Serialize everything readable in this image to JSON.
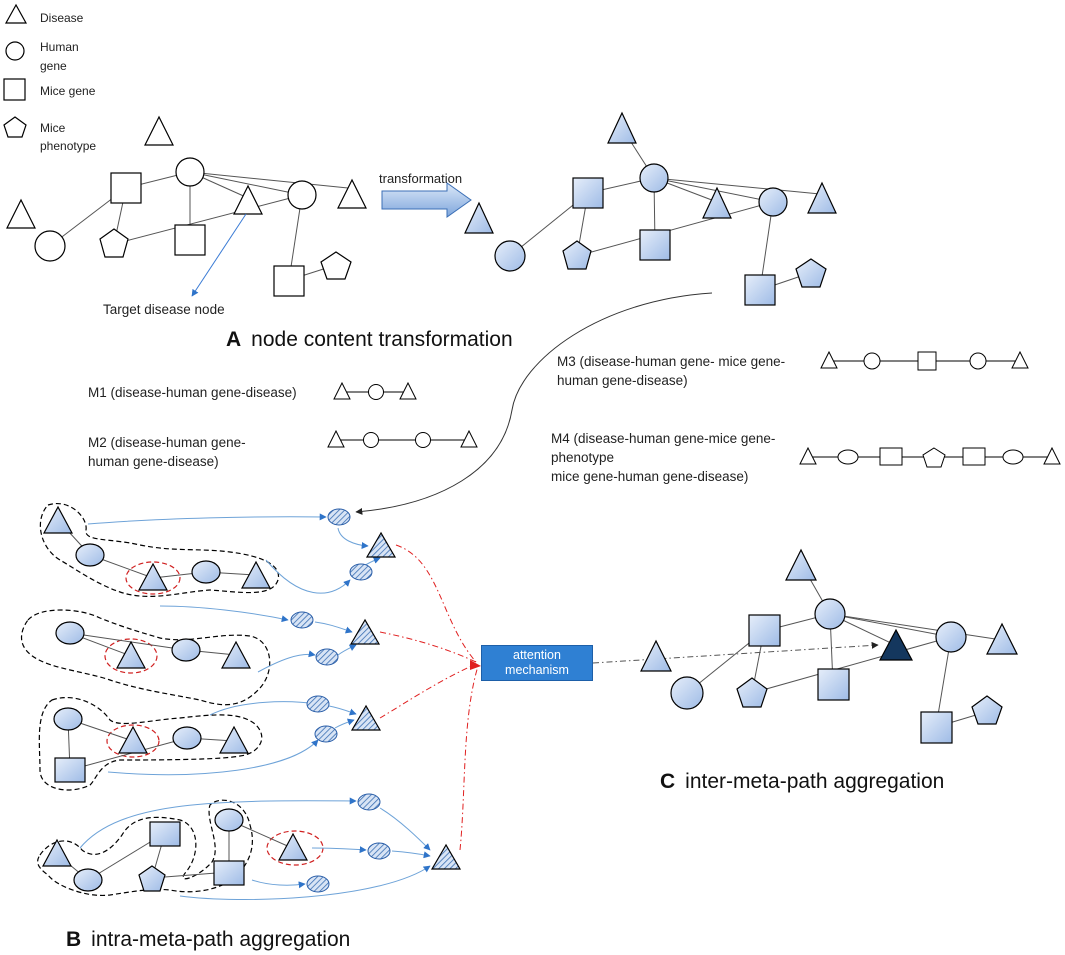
{
  "legend": {
    "disease": "Disease",
    "human_gene_l1": "Human",
    "human_gene_l2": "gene",
    "mice_gene": "Mice gene",
    "mice_phenotype_l1": "Mice",
    "mice_phenotype_l2": "phenotype"
  },
  "transformation_label": "transformation",
  "target_label": "Target  disease node",
  "panel_a": {
    "letter": "A",
    "text": "node content transformation"
  },
  "panel_b": {
    "letter": "B",
    "text": "intra-meta-path aggregation"
  },
  "panel_c": {
    "letter": "C",
    "text": "inter-meta-path aggregation"
  },
  "metapaths": {
    "m1": "M1 (disease-human gene-disease)",
    "m2_l1": "M2 (disease-human gene-",
    "m2_l2": "human gene-disease)",
    "m3_l1": "M3 (disease-human gene- mice gene-",
    "m3_l2": "human gene-disease)",
    "m4_l1": "M4 (disease-human gene-mice gene-",
    "m4_l2": "phenotype",
    "m4_l3": "mice gene-human gene-disease)"
  },
  "attention": {
    "l1": "attention",
    "l2": "mechanism"
  },
  "colors": {
    "node_fill": "#b9d0ee",
    "attention_box": "#2f80d3",
    "target_dark": "#14375e",
    "attention_edge": "#e02020"
  }
}
